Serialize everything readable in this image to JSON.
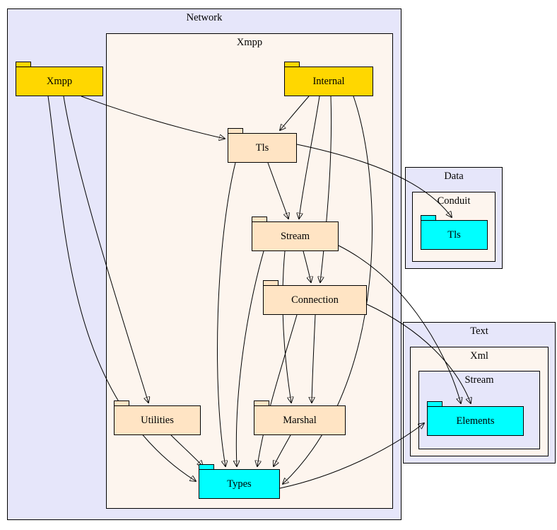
{
  "colors": {
    "cluster_outer": "#e6e6fa",
    "cluster_inner": "#fdf5ee",
    "node_gold": "#ffd700",
    "node_bisque": "#ffe4c4",
    "node_cyan": "#00ffff",
    "edge": "#000000"
  },
  "clusters": {
    "network": {
      "label": "Network"
    },
    "network_xmpp": {
      "label": "Xmpp"
    },
    "data": {
      "label": "Data"
    },
    "data_conduit": {
      "label": "Conduit"
    },
    "text": {
      "label": "Text"
    },
    "text_xml": {
      "label": "Xml"
    },
    "text_xml_stream": {
      "label": "Stream"
    }
  },
  "nodes": {
    "xmpp": {
      "label": "Xmpp",
      "color": "#ffd700"
    },
    "internal": {
      "label": "Internal",
      "color": "#ffd700"
    },
    "tls": {
      "label": "Tls",
      "color": "#ffe4c4"
    },
    "stream": {
      "label": "Stream",
      "color": "#ffe4c4"
    },
    "connection": {
      "label": "Connection",
      "color": "#ffe4c4"
    },
    "utilities": {
      "label": "Utilities",
      "color": "#ffe4c4"
    },
    "marshal": {
      "label": "Marshal",
      "color": "#ffe4c4"
    },
    "types": {
      "label": "Types",
      "color": "#00ffff"
    },
    "conduit_tls": {
      "label": "Tls",
      "color": "#00ffff"
    },
    "elements": {
      "label": "Elements",
      "color": "#00ffff"
    }
  },
  "edges": [
    {
      "from": "xmpp",
      "to": "tls"
    },
    {
      "from": "xmpp",
      "to": "utilities"
    },
    {
      "from": "xmpp",
      "to": "types"
    },
    {
      "from": "internal",
      "to": "tls"
    },
    {
      "from": "internal",
      "to": "stream"
    },
    {
      "from": "internal",
      "to": "connection"
    },
    {
      "from": "internal",
      "to": "types"
    },
    {
      "from": "tls",
      "to": "stream"
    },
    {
      "from": "tls",
      "to": "conduit_tls"
    },
    {
      "from": "tls",
      "to": "types"
    },
    {
      "from": "stream",
      "to": "connection"
    },
    {
      "from": "stream",
      "to": "marshal"
    },
    {
      "from": "stream",
      "to": "types"
    },
    {
      "from": "stream",
      "to": "elements"
    },
    {
      "from": "connection",
      "to": "marshal"
    },
    {
      "from": "connection",
      "to": "types"
    },
    {
      "from": "connection",
      "to": "elements"
    },
    {
      "from": "marshal",
      "to": "types"
    },
    {
      "from": "utilities",
      "to": "types"
    },
    {
      "from": "types",
      "to": "elements"
    }
  ]
}
